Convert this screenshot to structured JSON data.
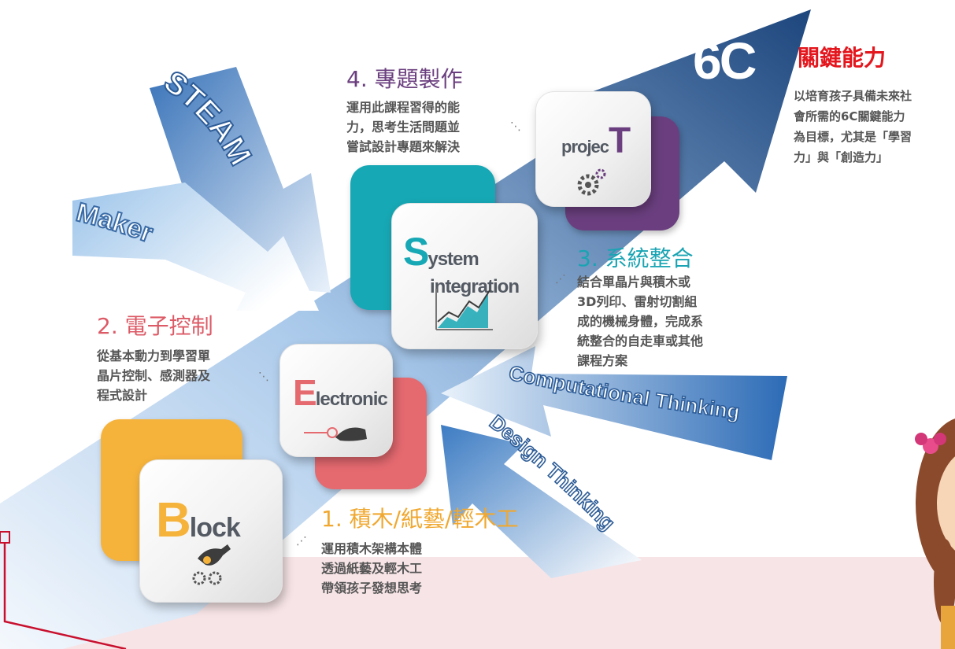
{
  "arrow_words": {
    "steam": "STEAM",
    "maker": "Maker",
    "computational_thinking": "Computational Thinking",
    "design_thinking": "Design Thinking"
  },
  "goal": {
    "label": "6C",
    "title": "關鍵能力",
    "lines": [
      "以培育孩子具備未來社",
      "會所需的6C關鍵能力",
      "為目標，尤其是「學習",
      "力」與「創造力」"
    ]
  },
  "steps": [
    {
      "heading": "1. 積木/紙藝/輕木工",
      "lines": [
        "運用積木架構本體",
        "透過紙藝及輕木工",
        "帶領孩子發想思考"
      ],
      "tile_letter": "B",
      "tile_rest": "lock",
      "icon": "hand-with-gears-icon"
    },
    {
      "heading": "2. 電子控制",
      "lines": [
        "從基本動力到學習單",
        "晶片控制、感測器及",
        "程式設計"
      ],
      "tile_letter": "E",
      "tile_rest": "lectronic",
      "icon": "hand-with-circuit-icon"
    },
    {
      "heading": "3. 系統整合",
      "lines": [
        "結合單晶片與積木或",
        "3D列印、雷射切割組",
        "成的機械身體，完成系",
        "統整合的自走車或其他",
        "課程方案"
      ],
      "tile_letter": "S",
      "tile_rest": "ystem",
      "tile_second": "integration",
      "icon": "line-chart-icon"
    },
    {
      "heading": "4. 專題製作",
      "lines": [
        "運用此課程習得的能",
        "力，思考生活問題並",
        "嘗試設計專題來解決"
      ],
      "tile_letter": "T",
      "tile_prefix": "projec",
      "icon": "gear-icon"
    }
  ],
  "colors": {
    "block": "#f6b33b",
    "electronic": "#e56a70",
    "system": "#17a8b5",
    "project": "#6b3f7f",
    "heading_block": "#f0a830",
    "heading_electronic": "#dc5a66",
    "heading_system": "#1aa4b3",
    "heading_project": "#6b3f7f",
    "goal_title": "#e4161d",
    "pink_band": "#f7e4e6"
  }
}
